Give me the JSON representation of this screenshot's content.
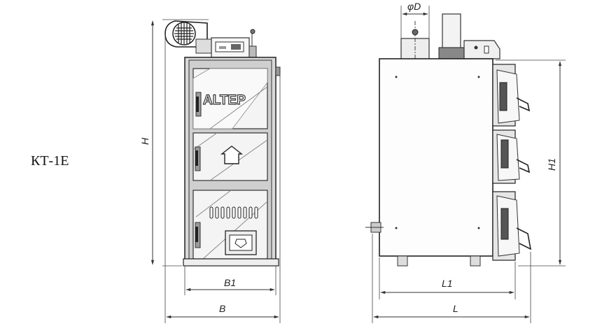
{
  "model": "КТ-1Е",
  "brand": "ALTEP",
  "dimensions": {
    "height": "H",
    "height_1": "H1",
    "width": "B",
    "width_1": "B1",
    "length": "L",
    "length_1": "L1",
    "flue_diameter": "φD"
  }
}
